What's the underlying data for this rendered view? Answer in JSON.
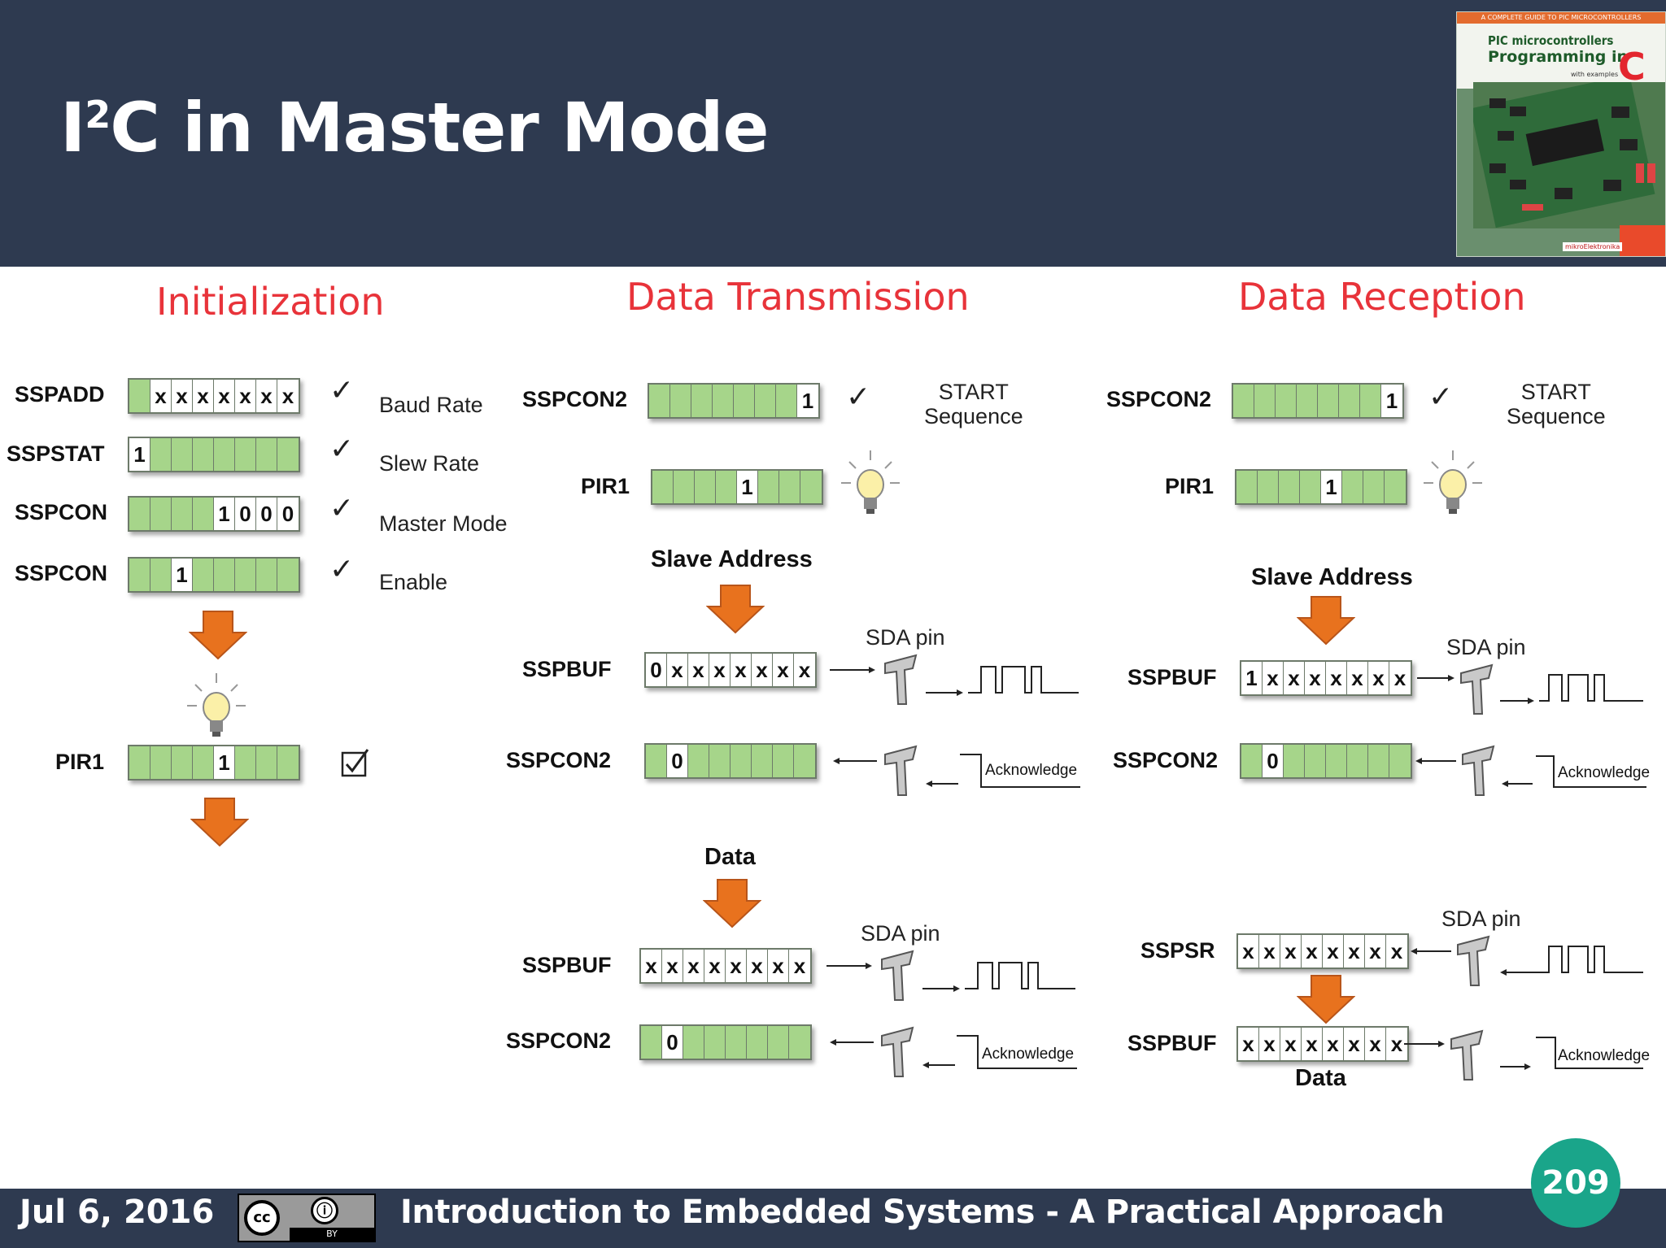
{
  "slide": {
    "title_prefix": "I",
    "title_sup": "2",
    "title_rest": "C in Master Mode",
    "book": {
      "banner": "A COMPLETE GUIDE TO PIC MICROCONTROLLERS",
      "line1": "PIC microcontrollers",
      "line2": "Programming in",
      "big_letter": "C",
      "tagline": "with examples"
    }
  },
  "colors": {
    "header_bg": "#2e3a50",
    "section_title": "#e8333a",
    "register_bit_green": "#a6d58a",
    "arrow_orange": "#e8721e",
    "page_badge": "#1aa58a"
  },
  "sections": {
    "init": "Initialization",
    "tx": "Data Transmission",
    "rx": "Data Reception"
  },
  "init": {
    "rows": [
      {
        "label": "SSPADD",
        "bits": [
          "",
          "x",
          "x",
          "x",
          "x",
          "x",
          "x",
          "x"
        ],
        "desc": "Baud Rate"
      },
      {
        "label": "SSPSTAT",
        "bits": [
          "1",
          "",
          "",
          "",
          "",
          "",
          "",
          ""
        ],
        "desc": "Slew Rate"
      },
      {
        "label": "SSPCON",
        "bits": [
          "",
          "",
          "",
          "",
          "1",
          "0",
          "0",
          "0"
        ],
        "desc": "Master Mode"
      },
      {
        "label": "SSPCON",
        "bits": [
          "",
          "",
          "1",
          "",
          "",
          "",
          "",
          ""
        ],
        "desc": "Enable"
      }
    ],
    "pir1_label": "PIR1",
    "pir1_bits": [
      "",
      "",
      "",
      "",
      "1",
      "",
      "",
      ""
    ]
  },
  "tx": {
    "start_reg": "SSPCON2",
    "start_bits": [
      "",
      "",
      "",
      "",
      "",
      "",
      "",
      "1"
    ],
    "start_desc": "START Sequence",
    "pir1": "PIR1",
    "pir1_bits": [
      "",
      "",
      "",
      "",
      "1",
      "",
      "",
      ""
    ],
    "slave_address": "Slave Address",
    "sspbuf": "SSPBUF",
    "sspbuf_bits": [
      "0",
      "x",
      "x",
      "x",
      "x",
      "x",
      "x",
      "x"
    ],
    "sda_pin": "SDA pin",
    "sspcon2": "SSPCON2",
    "sspcon2_bits": [
      "",
      "0",
      "",
      "",
      "",
      "",
      "",
      ""
    ],
    "ack": "Acknowledge",
    "data": "Data",
    "sspbuf2": "SSPBUF",
    "sspbuf2_bits": [
      "x",
      "x",
      "x",
      "x",
      "x",
      "x",
      "x",
      "x"
    ],
    "sda_pin2": "SDA pin",
    "sspcon2b": "SSPCON2",
    "sspcon2b_bits": [
      "",
      "0",
      "",
      "",
      "",
      "",
      "",
      ""
    ],
    "ack2": "Acknowledge"
  },
  "rx": {
    "start_reg": "SSPCON2",
    "start_bits": [
      "",
      "",
      "",
      "",
      "",
      "",
      "",
      "1"
    ],
    "start_desc": "START Sequence",
    "pir1": "PIR1",
    "pir1_bits": [
      "",
      "",
      "",
      "",
      "1",
      "",
      "",
      ""
    ],
    "slave_address": "Slave Address",
    "sspbuf": "SSPBUF",
    "sspbuf_bits": [
      "1",
      "x",
      "x",
      "x",
      "x",
      "x",
      "x",
      "x"
    ],
    "sda_pin": "SDA pin",
    "sspcon2": "SSPCON2",
    "sspcon2_bits": [
      "",
      "0",
      "",
      "",
      "",
      "",
      "",
      ""
    ],
    "ack": "Acknowledge",
    "sda_pin2": "SDA pin",
    "sspsr": "SSPSR",
    "sspsr_bits": [
      "x",
      "x",
      "x",
      "x",
      "x",
      "x",
      "x",
      "x"
    ],
    "sspbuf2": "SSPBUF",
    "sspbuf2_bits": [
      "x",
      "x",
      "x",
      "x",
      "x",
      "x",
      "x",
      "x"
    ],
    "ack2": "Acknowledge",
    "data": "Data"
  },
  "footer": {
    "date": "Jul 6, 2016",
    "cc_text": "cc",
    "by_text": "BY",
    "title": "Introduction to Embedded Systems - A Practical Approach",
    "page": "209"
  }
}
